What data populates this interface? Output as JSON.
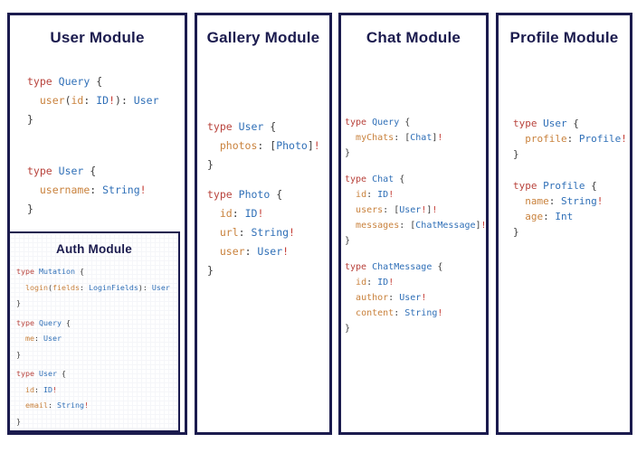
{
  "colors": {
    "navy": "#1b1b4e",
    "kw": "#b8423b",
    "ty": "#2f6fb7",
    "fd": "#c9823d",
    "pl": "#3c3c3c",
    "bg": "#c43d35"
  },
  "panels": [
    {
      "name": "user",
      "title": "User Module",
      "blocks": [
        [
          [
            [
              "kw",
              "type"
            ],
            [
              "pl",
              " "
            ],
            [
              "ty",
              "Query"
            ],
            [
              "pl",
              " {"
            ]
          ],
          [
            [
              "pl",
              "  "
            ],
            [
              "fd",
              "user"
            ],
            [
              "pl",
              "("
            ],
            [
              "fd",
              "id"
            ],
            [
              "pl",
              ": "
            ],
            [
              "ty",
              "ID"
            ],
            [
              "bg",
              "!"
            ],
            [
              "pl",
              "): "
            ],
            [
              "ty",
              "User"
            ]
          ],
          [
            [
              "pl",
              "}"
            ]
          ]
        ],
        [
          [
            [
              "kw",
              "type"
            ],
            [
              "pl",
              " "
            ],
            [
              "ty",
              "User"
            ],
            [
              "pl",
              " {"
            ]
          ],
          [
            [
              "pl",
              "  "
            ],
            [
              "fd",
              "username"
            ],
            [
              "pl",
              ": "
            ],
            [
              "ty",
              "String"
            ],
            [
              "bg",
              "!"
            ]
          ],
          [
            [
              "pl",
              "}"
            ]
          ]
        ]
      ]
    },
    {
      "name": "gallery",
      "title": "Gallery Module",
      "blocks": [
        [
          [
            [
              "kw",
              "type"
            ],
            [
              "pl",
              " "
            ],
            [
              "ty",
              "User"
            ],
            [
              "pl",
              " {"
            ]
          ],
          [
            [
              "pl",
              "  "
            ],
            [
              "fd",
              "photos"
            ],
            [
              "pl",
              ": ["
            ],
            [
              "ty",
              "Photo"
            ],
            [
              "pl",
              "]"
            ],
            [
              "bg",
              "!"
            ]
          ],
          [
            [
              "pl",
              "}"
            ]
          ]
        ],
        [
          [
            [
              "kw",
              "type"
            ],
            [
              "pl",
              " "
            ],
            [
              "ty",
              "Photo"
            ],
            [
              "pl",
              " {"
            ]
          ],
          [
            [
              "pl",
              "  "
            ],
            [
              "fd",
              "id"
            ],
            [
              "pl",
              ": "
            ],
            [
              "ty",
              "ID"
            ],
            [
              "bg",
              "!"
            ]
          ],
          [
            [
              "pl",
              "  "
            ],
            [
              "fd",
              "url"
            ],
            [
              "pl",
              ": "
            ],
            [
              "ty",
              "String"
            ],
            [
              "bg",
              "!"
            ]
          ],
          [
            [
              "pl",
              "  "
            ],
            [
              "fd",
              "user"
            ],
            [
              "pl",
              ": "
            ],
            [
              "ty",
              "User"
            ],
            [
              "bg",
              "!"
            ]
          ],
          [
            [
              "pl",
              "}"
            ]
          ]
        ]
      ]
    },
    {
      "name": "chat",
      "title": "Chat Module",
      "blocks": [
        [
          [
            [
              "kw",
              "type"
            ],
            [
              "pl",
              " "
            ],
            [
              "ty",
              "Query"
            ],
            [
              "pl",
              " {"
            ]
          ],
          [
            [
              "pl",
              "  "
            ],
            [
              "fd",
              "myChats"
            ],
            [
              "pl",
              ": ["
            ],
            [
              "ty",
              "Chat"
            ],
            [
              "pl",
              "]"
            ],
            [
              "bg",
              "!"
            ]
          ],
          [
            [
              "pl",
              "}"
            ]
          ]
        ],
        [
          [
            [
              "kw",
              "type"
            ],
            [
              "pl",
              " "
            ],
            [
              "ty",
              "Chat"
            ],
            [
              "pl",
              " {"
            ]
          ],
          [
            [
              "pl",
              "  "
            ],
            [
              "fd",
              "id"
            ],
            [
              "pl",
              ": "
            ],
            [
              "ty",
              "ID"
            ],
            [
              "bg",
              "!"
            ]
          ],
          [
            [
              "pl",
              "  "
            ],
            [
              "fd",
              "users"
            ],
            [
              "pl",
              ": ["
            ],
            [
              "ty",
              "User"
            ],
            [
              "bg",
              "!"
            ],
            [
              "pl",
              "]"
            ],
            [
              "bg",
              "!"
            ]
          ],
          [
            [
              "pl",
              "  "
            ],
            [
              "fd",
              "messages"
            ],
            [
              "pl",
              ": ["
            ],
            [
              "ty",
              "ChatMessage"
            ],
            [
              "pl",
              "]"
            ],
            [
              "bg",
              "!"
            ]
          ],
          [
            [
              "pl",
              "}"
            ]
          ]
        ],
        [
          [
            [
              "kw",
              "type"
            ],
            [
              "pl",
              " "
            ],
            [
              "ty",
              "ChatMessage"
            ],
            [
              "pl",
              " {"
            ]
          ],
          [
            [
              "pl",
              "  "
            ],
            [
              "fd",
              "id"
            ],
            [
              "pl",
              ": "
            ],
            [
              "ty",
              "ID"
            ],
            [
              "bg",
              "!"
            ]
          ],
          [
            [
              "pl",
              "  "
            ],
            [
              "fd",
              "author"
            ],
            [
              "pl",
              ": "
            ],
            [
              "ty",
              "User"
            ],
            [
              "bg",
              "!"
            ]
          ],
          [
            [
              "pl",
              "  "
            ],
            [
              "fd",
              "content"
            ],
            [
              "pl",
              ": "
            ],
            [
              "ty",
              "String"
            ],
            [
              "bg",
              "!"
            ]
          ],
          [
            [
              "pl",
              "}"
            ]
          ]
        ]
      ]
    },
    {
      "name": "profile",
      "title": "Profile Module",
      "blocks": [
        [
          [
            [
              "kw",
              "type"
            ],
            [
              "pl",
              " "
            ],
            [
              "ty",
              "User"
            ],
            [
              "pl",
              " {"
            ]
          ],
          [
            [
              "pl",
              "  "
            ],
            [
              "fd",
              "profile"
            ],
            [
              "pl",
              ": "
            ],
            [
              "ty",
              "Profile"
            ],
            [
              "bg",
              "!"
            ]
          ],
          [
            [
              "pl",
              "}"
            ]
          ]
        ],
        [
          [
            [
              "kw",
              "type"
            ],
            [
              "pl",
              " "
            ],
            [
              "ty",
              "Profile"
            ],
            [
              "pl",
              " {"
            ]
          ],
          [
            [
              "pl",
              "  "
            ],
            [
              "fd",
              "name"
            ],
            [
              "pl",
              ": "
            ],
            [
              "ty",
              "String"
            ],
            [
              "bg",
              "!"
            ]
          ],
          [
            [
              "pl",
              "  "
            ],
            [
              "fd",
              "age"
            ],
            [
              "pl",
              ": "
            ],
            [
              "ty",
              "Int"
            ]
          ],
          [
            [
              "pl",
              "}"
            ]
          ]
        ]
      ]
    }
  ],
  "auth": {
    "title": "Auth Module",
    "blocks": [
      [
        [
          [
            "kw",
            "type"
          ],
          [
            "pl",
            " "
          ],
          [
            "ty",
            "Mutation"
          ],
          [
            "pl",
            " {"
          ]
        ],
        [
          [
            "pl",
            "  "
          ],
          [
            "fd",
            "login"
          ],
          [
            "pl",
            "("
          ],
          [
            "fd",
            "fields"
          ],
          [
            "pl",
            ": "
          ],
          [
            "ty",
            "LoginFields"
          ],
          [
            "pl",
            "): "
          ],
          [
            "ty",
            "User"
          ]
        ],
        [
          [
            "pl",
            "}"
          ]
        ]
      ],
      [
        [
          [
            "kw",
            "type"
          ],
          [
            "pl",
            " "
          ],
          [
            "ty",
            "Query"
          ],
          [
            "pl",
            " {"
          ]
        ],
        [
          [
            "pl",
            "  "
          ],
          [
            "fd",
            "me"
          ],
          [
            "pl",
            ": "
          ],
          [
            "ty",
            "User"
          ]
        ],
        [
          [
            "pl",
            "}"
          ]
        ]
      ],
      [
        [
          [
            "kw",
            "type"
          ],
          [
            "pl",
            " "
          ],
          [
            "ty",
            "User"
          ],
          [
            "pl",
            " {"
          ]
        ],
        [
          [
            "pl",
            "  "
          ],
          [
            "fd",
            "id"
          ],
          [
            "pl",
            ": "
          ],
          [
            "ty",
            "ID"
          ],
          [
            "bg",
            "!"
          ]
        ],
        [
          [
            "pl",
            "  "
          ],
          [
            "fd",
            "email"
          ],
          [
            "pl",
            ": "
          ],
          [
            "ty",
            "String"
          ],
          [
            "bg",
            "!"
          ]
        ],
        [
          [
            "pl",
            "}"
          ]
        ]
      ]
    ]
  }
}
